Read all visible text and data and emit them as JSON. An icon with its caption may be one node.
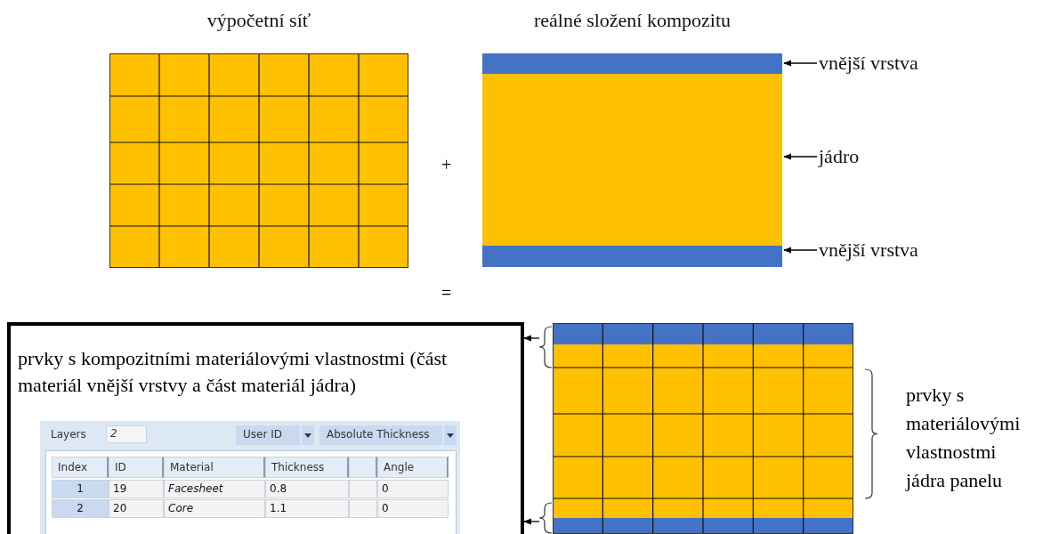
{
  "diagram": {
    "nodes": [
      {
        "text": [
          "výpočetní síť"
        ]
      },
      {
        "text": [
          "reálné složení kompozitu"
        ]
      },
      {
        "text": [],
        "shape": "bar",
        "in": 1
      },
      {
        "text": [
          "vnější vrstva"
        ]
      },
      {
        "text": [],
        "shape": "box",
        "in": 1
      },
      {
        "text": [
          "jádro"
        ]
      },
      {
        "text": [],
        "shape": "bar",
        "in": 1
      },
      {
        "text": [
          "vnější vrstva"
        ]
      },
      {
        "text": [
          "prvky s kompozitními materiálovými vlastnostmi (část materiál vnější vrstvy a část materiál jádra)"
        ]
      },
      {
        "text": [],
        "shape": "box"
      }
    ],
    "edges": [
      {
        "from": 3,
        "to": 2,
        "arrow": "to"
      },
      {
        "from": 5,
        "to": 4,
        "arrow": "to"
      },
      {
        "from": 7,
        "to": 6,
        "arrow": "to"
      },
      {
        "from": null,
        "to": 8,
        "arrow": "to"
      },
      {
        "from": null,
        "to": 8,
        "arrow": "to"
      }
    ],
    "labels": [
      "+",
      "=",
      "Layers",
      "2",
      "User ID",
      "Absolute Thickness",
      "Index",
      "ID",
      "Material",
      "Thickness",
      "Angle",
      "1",
      "19",
      "Facesheet",
      "0.8",
      "0",
      "2",
      "20",
      "Core",
      "1.1",
      "0",
      "prvky s materiálovými vlastnostmi jádra panelu"
    ]
  }
}
